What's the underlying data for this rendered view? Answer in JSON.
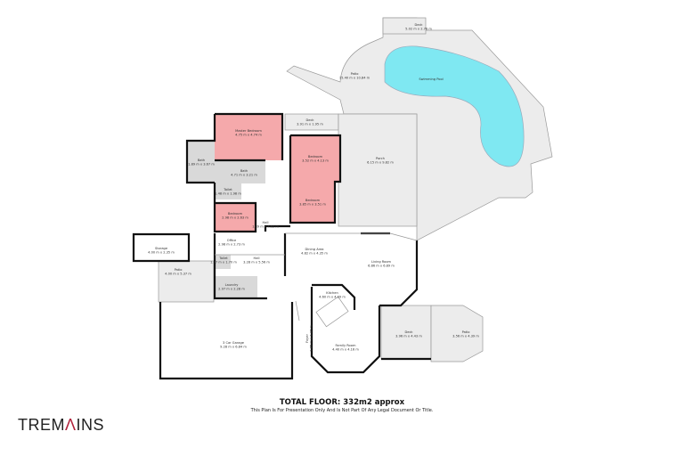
{
  "rooms": {
    "deck_top": {
      "name": "Deck",
      "dims": "5.02 m x 2.76 m"
    },
    "patio_pool": {
      "name": "Patio",
      "dims": "15.40 m x 10.84 m"
    },
    "pool": {
      "name": "Swimming Pool"
    },
    "deck_mid": {
      "name": "Deck",
      "dims": "3.91 m x 1.95 m"
    },
    "porch": {
      "name": "Porch",
      "dims": "6.15 m x 9.82 m"
    },
    "master": {
      "name": "Master Bedroom",
      "dims": "4.75 m x 4.74 m"
    },
    "bed2": {
      "name": "Bedroom",
      "dims": "3.52 m x 4.13 m"
    },
    "bed3": {
      "name": "Bedroom",
      "dims": "3.85 m x 3.51 m"
    },
    "bed4": {
      "name": "Bedroom",
      "dims": "2.98 m x 2.63 m"
    },
    "bath1": {
      "name": "Bath",
      "dims": "1.89 m x 3.67 m"
    },
    "bath2": {
      "name": "Bath",
      "dims": "4.71 m x 3.21 m"
    },
    "toilet1": {
      "name": "Toilet",
      "dims": "1.48 m x 1.98 m"
    },
    "hall1": {
      "name": "Hall",
      "dims": "1.89 m x 4.62 m"
    },
    "storage": {
      "name": "Storage",
      "dims": "4.00 m x 2.35 m"
    },
    "office": {
      "name": "Office",
      "dims": "2.98 m x 2.73 m"
    },
    "toilet2": {
      "name": "Toilet",
      "dims": "1.07 m x 1.70 m"
    },
    "hall2": {
      "name": "Hall",
      "dims": "3.28 m x 5.56 m"
    },
    "patio_side": {
      "name": "Patio",
      "dims": "4.00 m x 5.37 m"
    },
    "laundry": {
      "name": "Laundry",
      "dims": "2.97 m x 2.28 m"
    },
    "dining": {
      "name": "Dining Area",
      "dims": "4.82 m x 4.35 m"
    },
    "living": {
      "name": "Living Room",
      "dims": "6.86 m x 6.89 m"
    },
    "kitchen": {
      "name": "Kitchen",
      "dims": "4.60 m x 4.09 m"
    },
    "foyer": {
      "name": "Foyer",
      "dims": "1.85 m x 3.47 m"
    },
    "garage": {
      "name": "3 Car Garage",
      "dims": "9.28 m x 6.84 m"
    },
    "family": {
      "name": "Family Room",
      "dims": "4.40 m x 4.16 m"
    },
    "deck_east": {
      "name": "Deck",
      "dims": "3.96 m x 4.43 m"
    },
    "patio_east": {
      "name": "Patio",
      "dims": "3.56 m x 4.39 m"
    }
  },
  "colors": {
    "bedroom": "#f5a9ab",
    "pool": "#7fe8f2",
    "outdoor": "#ececec",
    "wet": "#d9d9d9",
    "logo_accent": "#b0213a"
  },
  "footer": {
    "total": "TOTAL FLOOR: 332m2 approx",
    "disclaimer": "This Plan Is For Presentation Only And Is Not Part Of Any Legal Document Or Title."
  },
  "logo": {
    "text": "TREMAINS"
  }
}
